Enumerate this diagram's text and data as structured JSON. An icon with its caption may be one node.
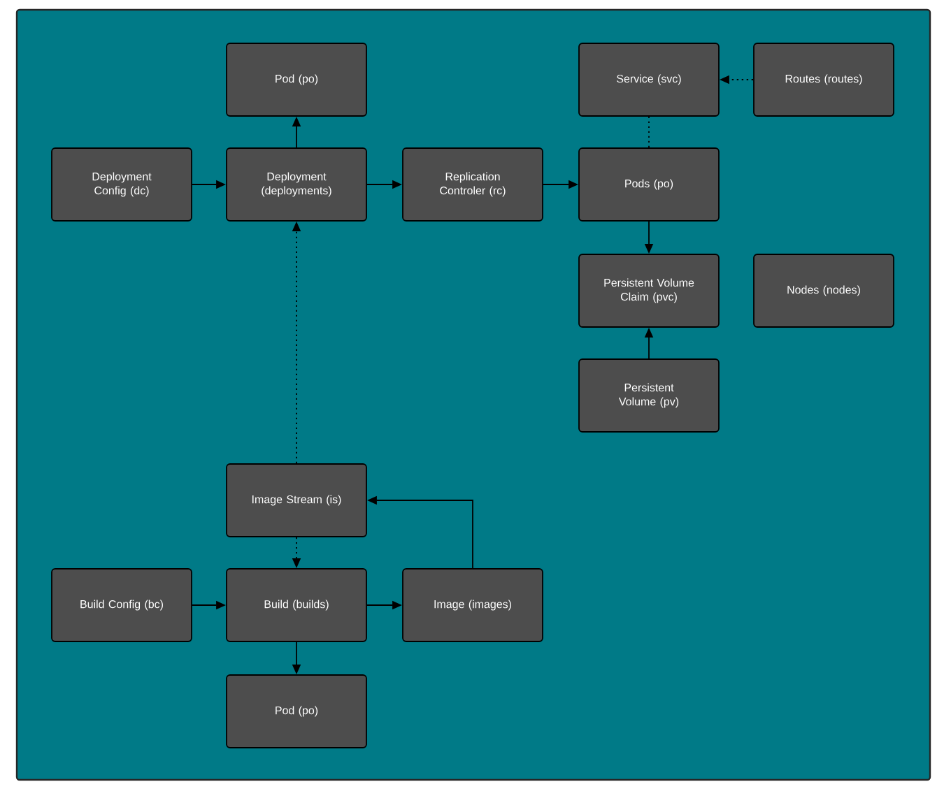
{
  "diagram": {
    "nodes": [
      {
        "text": [
          "Pod (po)"
        ]
      },
      {
        "text": [
          "Deployment Config (dc)"
        ]
      },
      {
        "text": [
          "Deployment (deployments)"
        ]
      },
      {
        "text": [
          "Replication Controler (rc)"
        ]
      },
      {
        "text": [
          "Service (svc)"
        ]
      },
      {
        "text": [
          "Routes (routes)"
        ]
      },
      {
        "text": [
          "Pods (po)"
        ]
      },
      {
        "text": [
          "Persistent Volume Claim (pvc)"
        ]
      },
      {
        "text": [
          "Nodes (nodes)"
        ]
      },
      {
        "text": [
          "Persistent Volume (pv)"
        ]
      },
      {
        "text": [
          "Image Stream (is)"
        ]
      },
      {
        "text": [
          "Build Config (bc)"
        ]
      },
      {
        "text": [
          "Build (builds)"
        ]
      },
      {
        "text": [
          "Image (images)"
        ]
      },
      {
        "text": [
          "Pod (po)"
        ]
      }
    ],
    "edges": [
      {
        "from": 1,
        "to": 2,
        "arrow": "to"
      },
      {
        "from": 2,
        "to": 0,
        "arrow": "to"
      },
      {
        "from": 2,
        "to": 3,
        "arrow": "to"
      },
      {
        "from": 3,
        "to": 6,
        "arrow": "to"
      },
      {
        "from": 5,
        "to": 4,
        "arrow": "to",
        "style": "dashed"
      },
      {
        "from": 6,
        "to": 4,
        "arrow": "none",
        "style": "dashed"
      },
      {
        "from": 6,
        "to": 7,
        "arrow": "to"
      },
      {
        "from": 9,
        "to": 7,
        "arrow": "to"
      },
      {
        "from": 10,
        "to": 2,
        "arrow": "to",
        "style": "dashed"
      },
      {
        "from": 10,
        "to": 12,
        "arrow": "to",
        "style": "dashed"
      },
      {
        "from": 11,
        "to": 12,
        "arrow": "to"
      },
      {
        "from": 12,
        "to": 13,
        "arrow": "to"
      },
      {
        "from": 13,
        "to": 10,
        "arrow": "to"
      },
      {
        "from": 12,
        "to": 14,
        "arrow": "to"
      }
    ]
  }
}
